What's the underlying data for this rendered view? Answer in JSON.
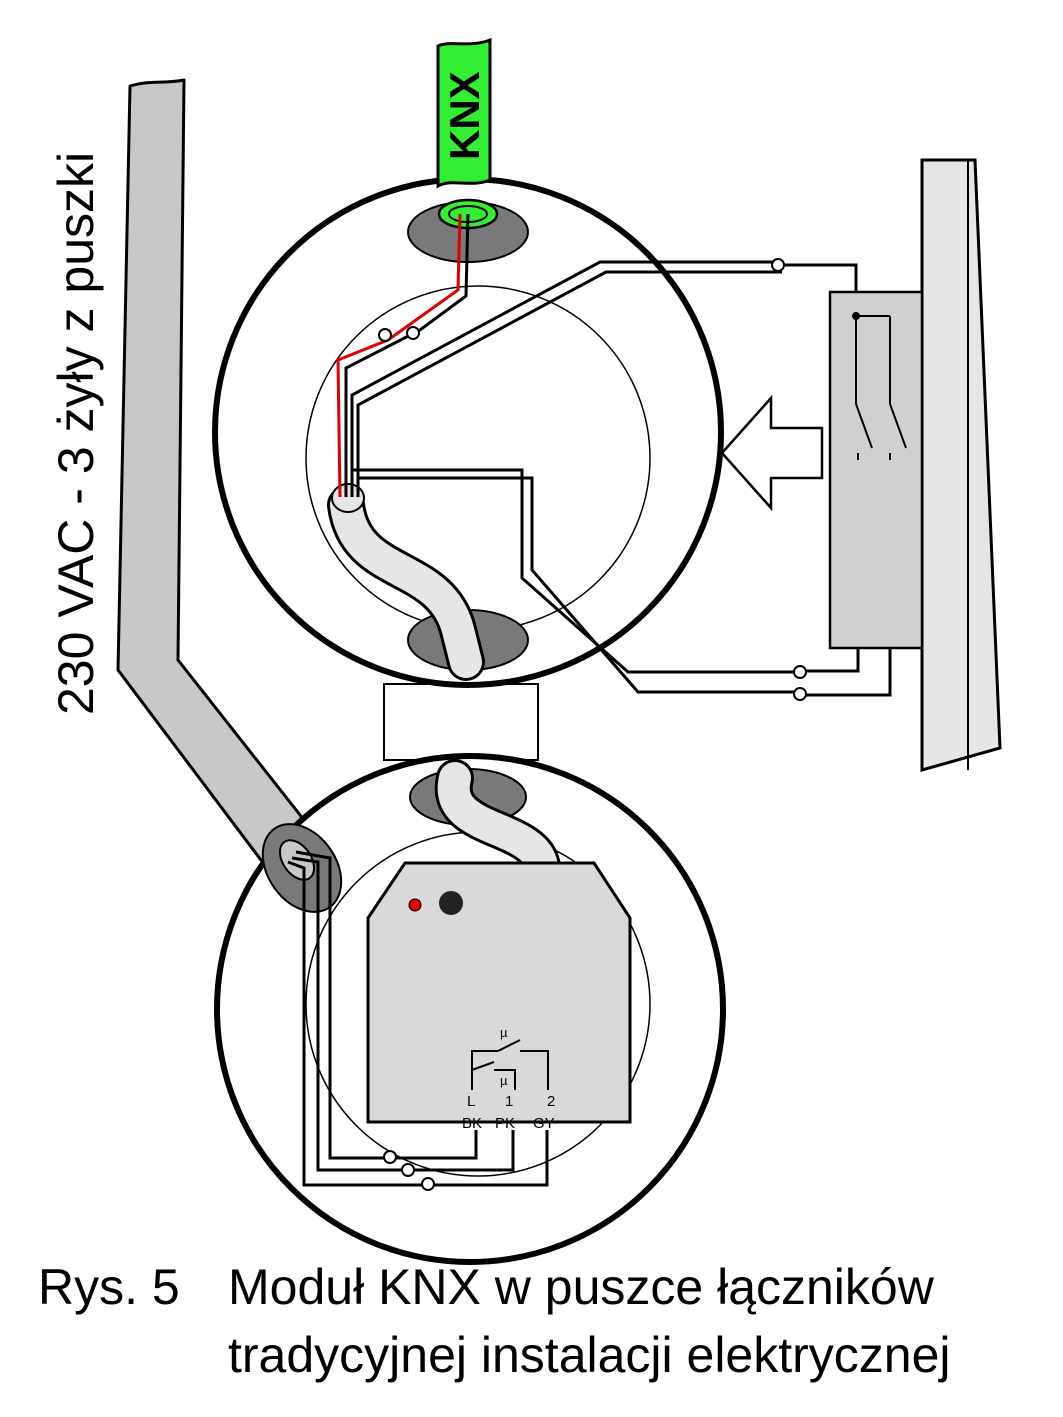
{
  "vertical_label": "230 VAC - 3 żyły z puszki",
  "knx_cable_label": "KNX",
  "module": {
    "mu_top": "µ",
    "mu_bottom": "µ",
    "terminals": [
      "L",
      "1",
      "2"
    ],
    "wire_colors": [
      "BK",
      "PK",
      "GY"
    ]
  },
  "caption": {
    "number": "Rys. 5",
    "line1": "Moduł KNX w puszce łączników",
    "line2": "tradycyjnej instalacji elektrycznej"
  },
  "colors": {
    "knx_green": "#33ee33",
    "cable_gray": "#c8c8c8",
    "panel_gray": "#d9d9d9",
    "hole_gray": "#7a7a7a",
    "red_wire": "#e00000"
  }
}
